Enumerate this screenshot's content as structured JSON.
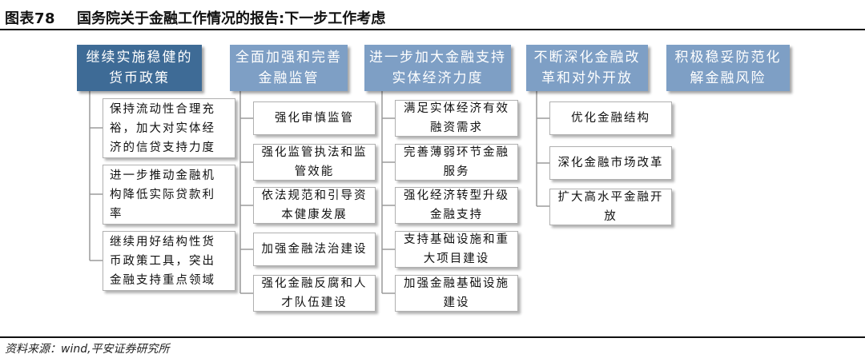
{
  "figure": {
    "label": "图表78",
    "title": "国务院关于金融工作情况的报告:下一步工作考虑"
  },
  "columns": [
    {
      "header": "继续实施稳健的货币政策",
      "items": [
        "保持流动性合理充裕，加大对实体经济的信贷支持力度",
        "进一步推动金融机构降低实际贷款利率",
        "继续用好结构性货币政策工具，突出金融支持重点领域"
      ]
    },
    {
      "header": "全面加强和完善金融监管",
      "items": [
        "强化审慎监管",
        "强化监管执法和监管效能",
        "依法规范和引导资本健康发展",
        "加强金融法治建设",
        "强化金融反腐和人才队伍建设"
      ]
    },
    {
      "header": "进一步加大金融支持实体经济力度",
      "items": [
        "满足实体经济有效融资需求",
        "完善薄弱环节金融服务",
        "强化经济转型升级金融支持",
        "支持基础设施和重大项目建设",
        "加强金融基础设施建设"
      ]
    },
    {
      "header": "不断深化金融改革和对外开放",
      "items": [
        "优化金融结构",
        "深化金融市场改革",
        "扩大高水平金融开放"
      ]
    },
    {
      "header": "积极稳妥防范化解金融风险",
      "items": []
    }
  ],
  "source": "资料来源：wind,平安证券研究所"
}
